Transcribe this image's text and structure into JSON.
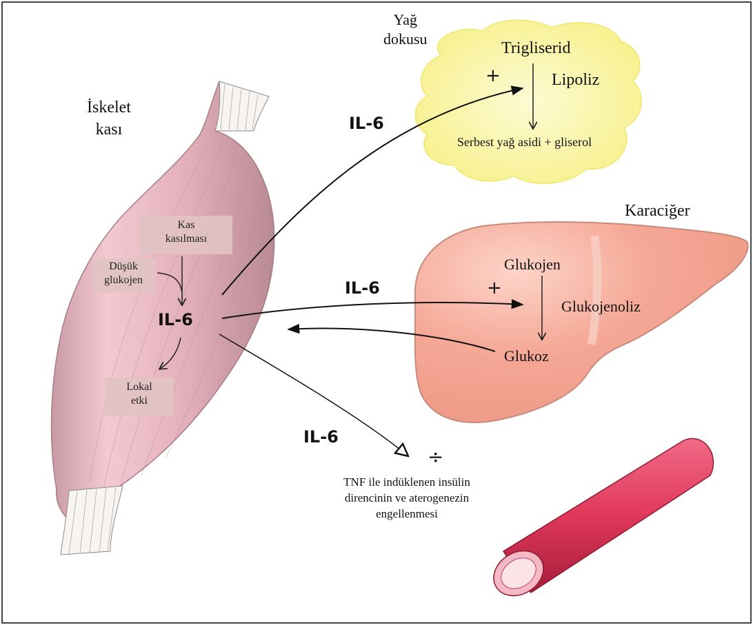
{
  "diagram": {
    "labels": {
      "skeletal_muscle": [
        "İskelet",
        "kası"
      ],
      "adipose_tissue": [
        "Yağ",
        "dokusu"
      ],
      "liver": "Karaciğer",
      "triglyceride": "Trigliserid",
      "lipolysis": "Lipoliz",
      "ffa_glycerol": "Serbest yağ asidi + gliserol",
      "glycogen": "Glukojen",
      "glycogenolysis": "Glukojenoliz",
      "glucose": "Glukoz",
      "muscle_contraction": [
        "Kas",
        "kasılması"
      ],
      "low_glycogen": [
        "Düşük",
        "glukojen"
      ],
      "local_effect": [
        "Lokal",
        "etki"
      ],
      "il6": "IL-6",
      "plus": "+",
      "divide": "÷",
      "tnf_inhibition": [
        "TNF ile indüklenen insülin",
        "direncinin ve aterogenezin",
        "engellenmesi"
      ]
    },
    "colors": {
      "muscle": "#e9b7c2",
      "muscle_shade": "#c89aa4",
      "fat": "#fbf6a6",
      "liver": "#f5a896",
      "liver_edge": "#b8786a",
      "vessel": "#e0385a",
      "vessel_dark": "#a51d3a",
      "arrow": "#111111",
      "label_box": "#e3c4c4"
    }
  }
}
